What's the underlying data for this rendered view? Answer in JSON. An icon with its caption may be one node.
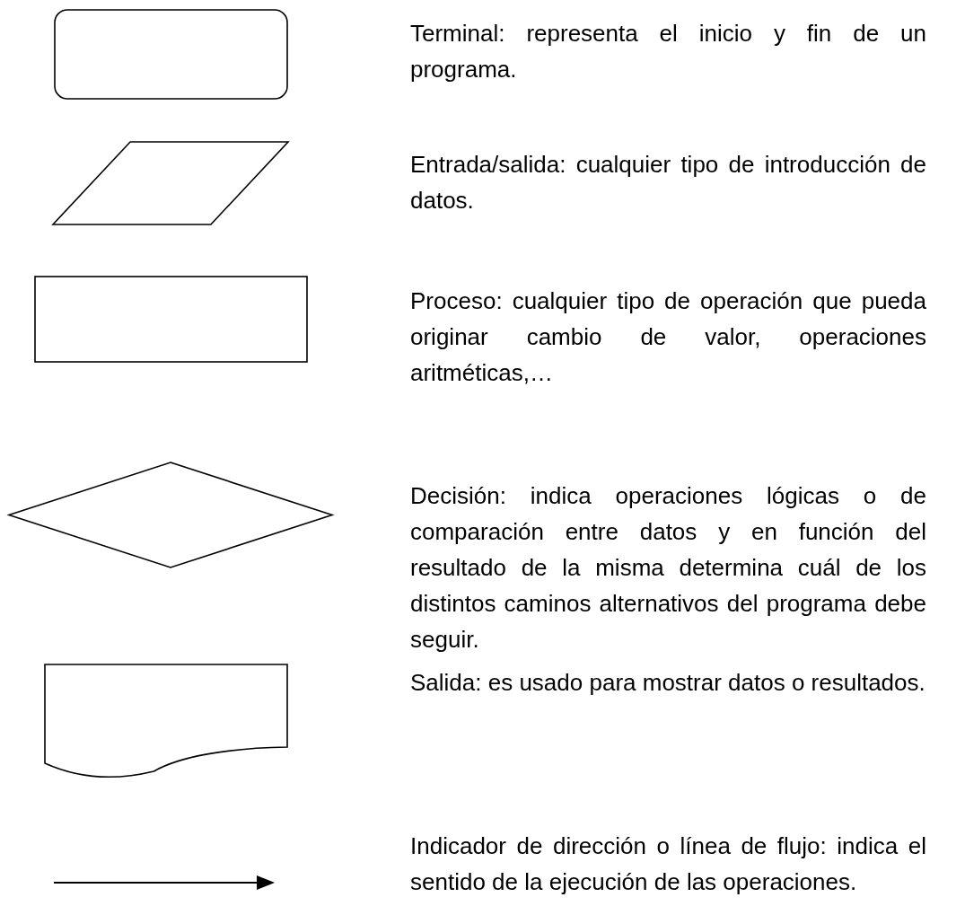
{
  "diagram": {
    "nodes": [
      {
        "text": [],
        "shape": "box"
      },
      {
        "text": [],
        "shape": "parallelogram"
      },
      {
        "text": [],
        "shape": "box"
      },
      {
        "text": [],
        "shape": "diamond"
      },
      {
        "text": [],
        "shape": "document"
      },
      {
        "text": [],
        "shape": "arrow"
      }
    ],
    "labels": [
      "Terminal: representa el inicio y fin de un programa.",
      "Entrada/salida: cualquier tipo de introducción de datos.",
      "Proceso: cualquier tipo de operación que pueda originar cambio de valor, operaciones aritméticas,…",
      "Decisión: indica operaciones lógicas o de comparación entre datos y en función del resultado de la misma determina cuál de los distintos caminos alternativos del programa debe seguir.",
      "Salida: es usado para mostrar datos o resultados.",
      "Indicador de dirección o línea de flujo: indica el sentido de la ejecución de las operaciones."
    ]
  }
}
